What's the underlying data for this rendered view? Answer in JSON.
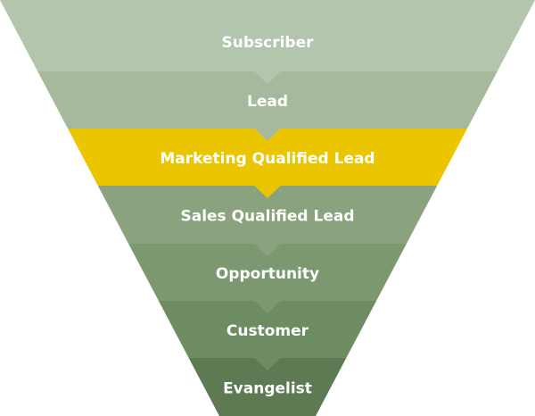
{
  "funnel": {
    "stages": [
      {
        "label": "Subscriber",
        "color": "#b4c5ad"
      },
      {
        "label": "Lead",
        "color": "#a6b99d"
      },
      {
        "label": "Marketing Qualified Lead",
        "color": "#ebc600"
      },
      {
        "label": "Sales Qualified Lead",
        "color": "#8aa37e"
      },
      {
        "label": "Opportunity",
        "color": "#7c9870"
      },
      {
        "label": "Customer",
        "color": "#6e8c61"
      },
      {
        "label": "Evangelist",
        "color": "#5e7a52"
      }
    ]
  }
}
